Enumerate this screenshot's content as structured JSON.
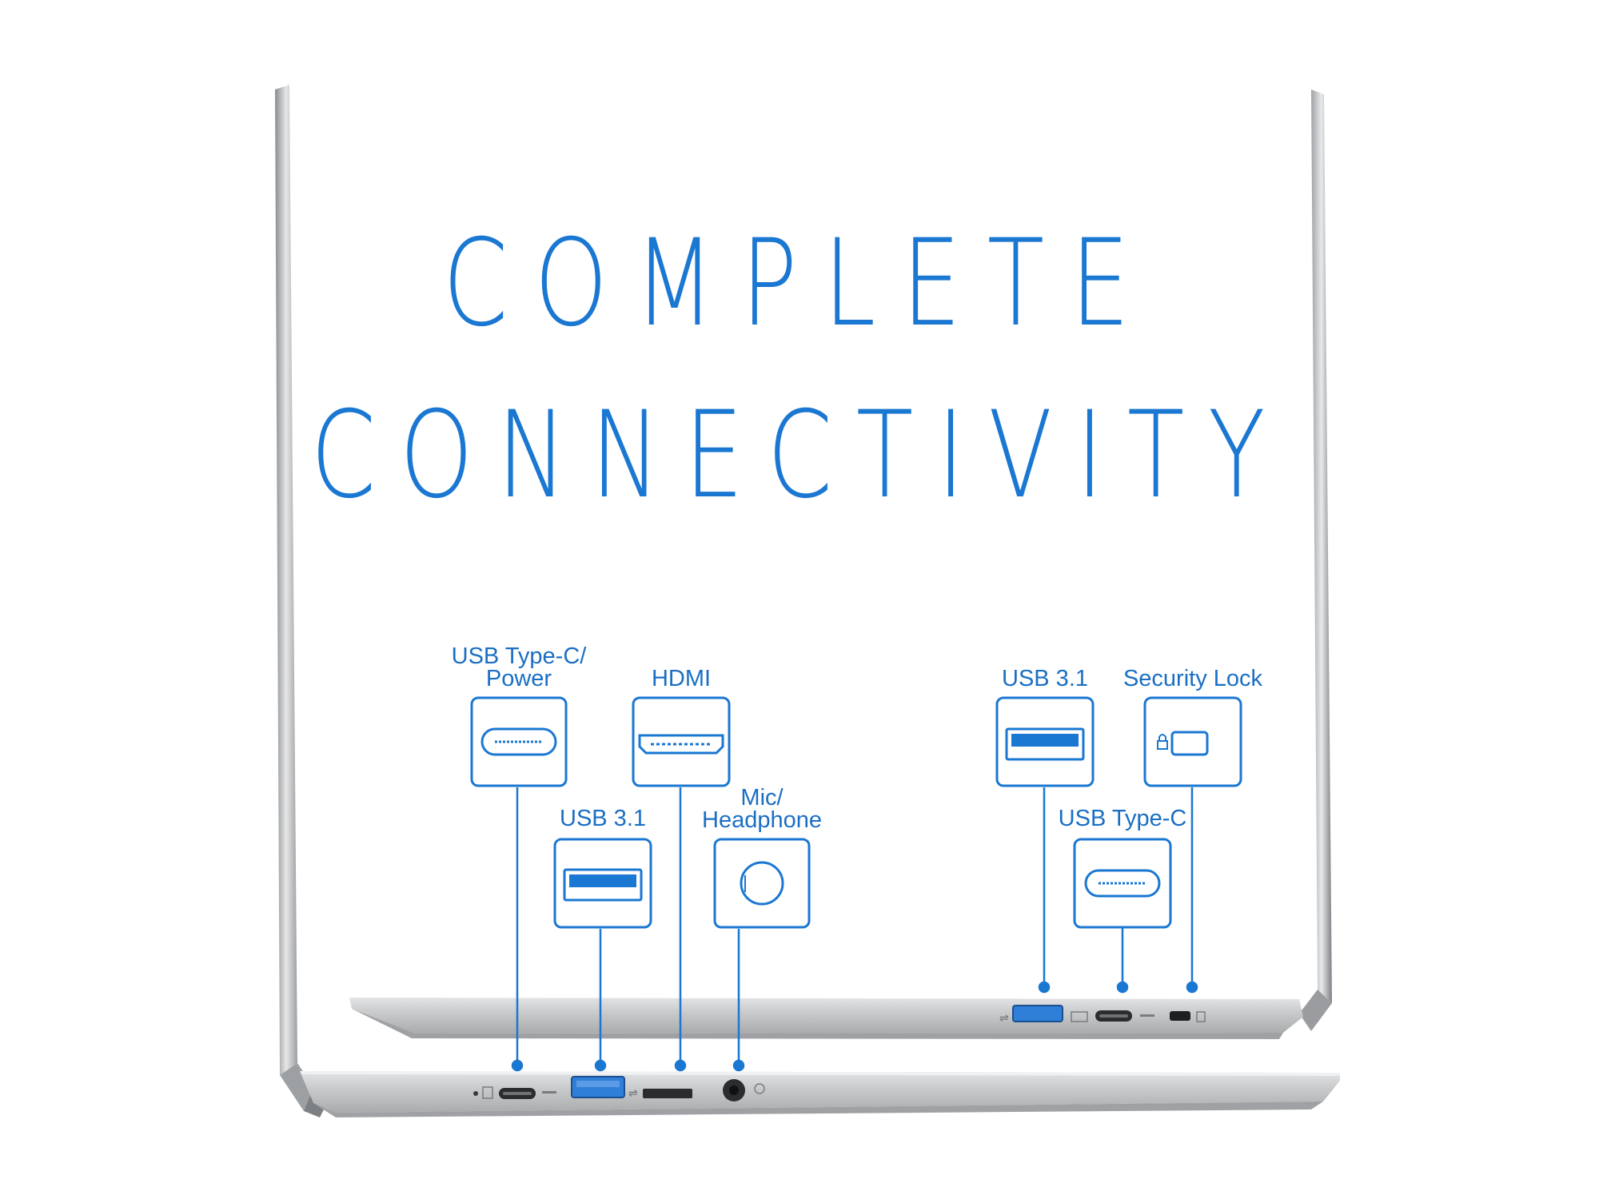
{
  "headline": {
    "line1": "COMPLETE",
    "line2": "CONNECTIVITY"
  },
  "ports_left_side": [
    {
      "label_line1": "USB Type-C/",
      "label_line2": "Power",
      "icon": "usb-type-c-icon"
    },
    {
      "label_line1": "HDMI",
      "label_line2": "",
      "icon": "hdmi-icon"
    },
    {
      "label_line1": "USB 3.1",
      "label_line2": "",
      "icon": "usb-a-icon"
    },
    {
      "label_line1": "Mic/",
      "label_line2": "Headphone",
      "icon": "audio-jack-icon"
    }
  ],
  "ports_right_side": [
    {
      "label_line1": "USB 3.1",
      "label_line2": "",
      "icon": "usb-a-icon"
    },
    {
      "label_line1": "Security Lock",
      "label_line2": "",
      "icon": "security-lock-icon"
    },
    {
      "label_line1": "USB Type-C",
      "label_line2": "",
      "icon": "usb-type-c-icon"
    }
  ],
  "colors": {
    "accent": "#1a77d2",
    "chassis": "#c9cacc",
    "chassis_dark": "#8e9093",
    "port_fill": "#2f7fd8"
  }
}
